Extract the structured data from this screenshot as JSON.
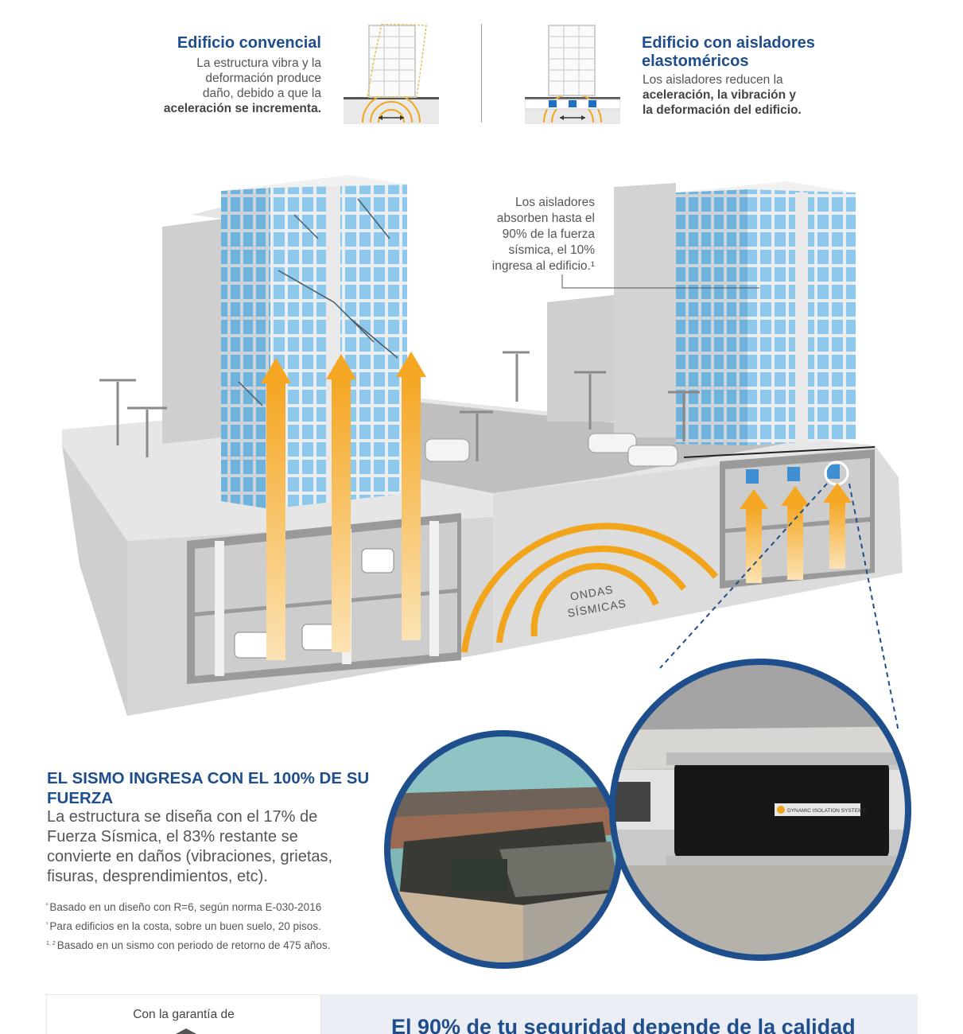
{
  "comparison": {
    "conventional": {
      "title": "Edificio convencial",
      "desc_lines": [
        "La estructura vibra y la",
        "deformación produce",
        "daño, debido a que la",
        "aceleración se incrementa."
      ]
    },
    "isolated": {
      "title_lines": [
        "Edificio con aisladores",
        "elastoméricos"
      ],
      "desc_lines": [
        "Los aisladores reducen la",
        "aceleración, la vibración y",
        "la deformación del edificio."
      ]
    }
  },
  "scene": {
    "absorb_note_lines": [
      "Los aisladores",
      "absorben hasta el",
      "90% de la fuerza",
      "sísmica, el 10%",
      "ingresa al edificio.¹"
    ],
    "waves_label_lines": [
      "ONDAS",
      "SÍSMICAS"
    ],
    "isolator_brand": "DYNAMIC ISOLATION SYSTEMS"
  },
  "sismo": {
    "title_lines": [
      "EL SISMO INGRESA CON EL 100% DE SU",
      "FUERZA"
    ],
    "desc_lines": [
      "La estructura se diseña con el 17% de",
      "Fuerza Sísmica, el 83% restante se",
      "convierte en daños (vibraciones, grietas,",
      "fisuras, desprendimientos, etc)."
    ]
  },
  "footnotes": [
    {
      "mark": "²",
      "text": "Basado en un diseño con R=6, según norma E-030-2016"
    },
    {
      "mark": "¹",
      "text": "Para edificios en la costa, sobre un buen suelo, 20 pisos."
    },
    {
      "mark": "1, 2",
      "text": "Basado en un sismo con periodo de retorno de 475 años."
    }
  ],
  "banner": {
    "garantia": "Con la garantía de",
    "title": "El 90% de tu seguridad depende de la calidad"
  },
  "colors": {
    "brand_blue": "#1f4e8c",
    "arrow_orange": "#f5a623",
    "wave_orange": "#f2a51a",
    "glass_blue": "#8ec9ec",
    "concrete": "#d9d9d9"
  }
}
